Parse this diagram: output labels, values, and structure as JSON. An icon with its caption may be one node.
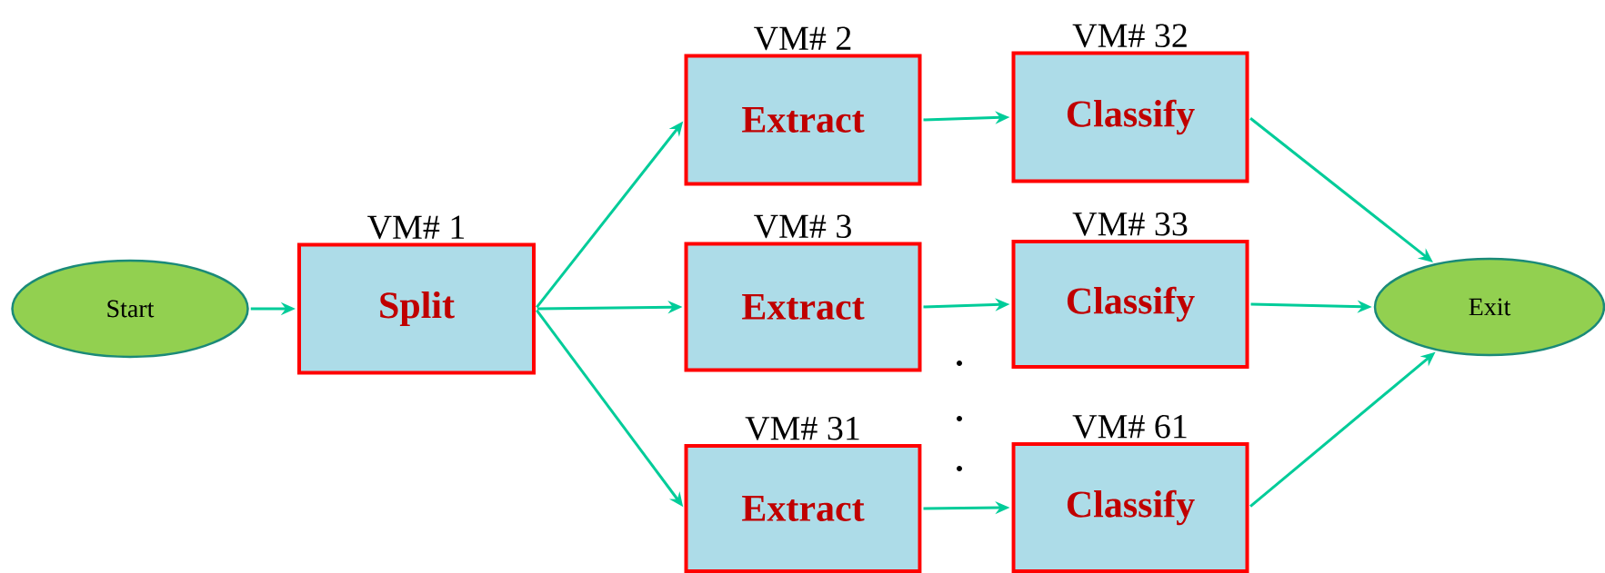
{
  "diagram": {
    "nodes": [
      {
        "text": [
          "Start"
        ]
      },
      {
        "text": [
          "Split"
        ],
        "beside": [
          "VM# 1"
        ]
      },
      {
        "text": [
          "Extract"
        ],
        "beside": [
          "VM# 2"
        ]
      },
      {
        "text": [
          "Extract"
        ],
        "beside": [
          "VM# 3"
        ]
      },
      {
        "text": [
          "Extract"
        ],
        "beside": [
          "VM# 31"
        ]
      },
      {
        "text": [
          "Classify"
        ],
        "beside": [
          "VM# 32"
        ]
      },
      {
        "text": [
          "Classify"
        ],
        "beside": [
          "VM# 33"
        ]
      },
      {
        "text": [
          "Classify"
        ],
        "beside": [
          "VM# 61"
        ]
      },
      {
        "text": [
          "Exit"
        ]
      }
    ],
    "edges": [
      {
        "from": 0,
        "to": 1,
        "arrow": "to"
      },
      {
        "from": 1,
        "to": 2,
        "arrow": "to"
      },
      {
        "from": 1,
        "to": 3,
        "arrow": "to"
      },
      {
        "from": 1,
        "to": 4,
        "arrow": "to"
      },
      {
        "from": 2,
        "to": 5,
        "arrow": "to"
      },
      {
        "from": 3,
        "to": 6,
        "arrow": "to"
      },
      {
        "from": 4,
        "to": 7,
        "arrow": "to"
      },
      {
        "from": 5,
        "to": 8,
        "arrow": "to"
      },
      {
        "from": 6,
        "to": 8,
        "arrow": "to"
      },
      {
        "from": 7,
        "to": 8,
        "arrow": "to"
      }
    ]
  }
}
